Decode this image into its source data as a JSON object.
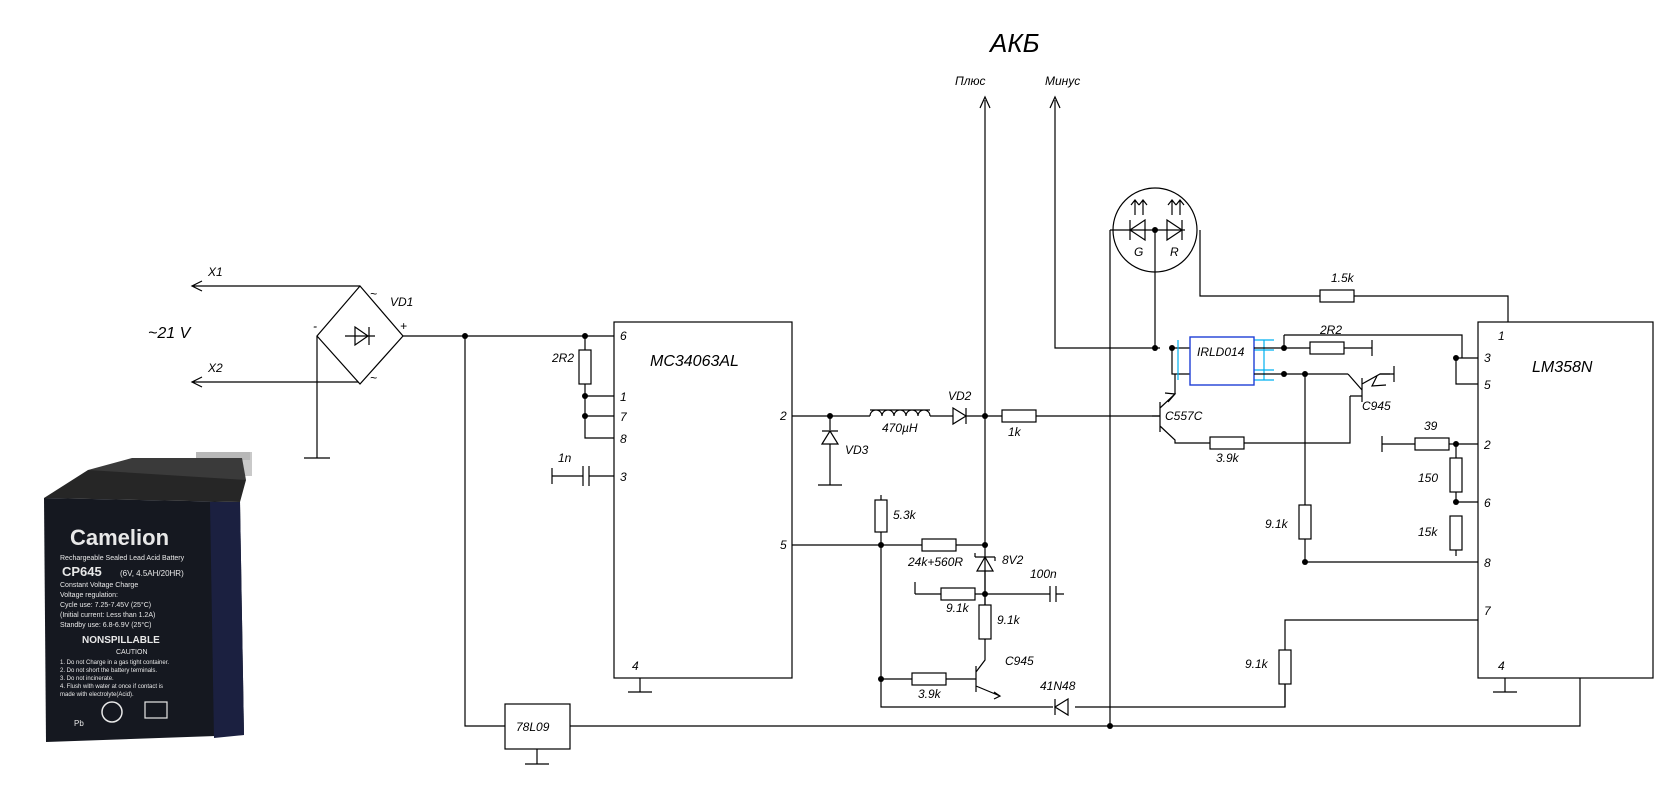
{
  "title": "АКБ",
  "terminals": {
    "plus": "Плюс",
    "minus": "Минус",
    "x1": "X1",
    "x2": "X2"
  },
  "input_voltage": "~21 V",
  "bridge": {
    "name": "VD1",
    "minus": "-",
    "plus": "+",
    "ac1": "~",
    "ac2": "~"
  },
  "ic_mc": {
    "name": "MC34063AL",
    "pins": [
      "6",
      "1",
      "7",
      "8",
      "3",
      "2",
      "5",
      "4"
    ]
  },
  "ic_lm": {
    "name": "LM358N",
    "pins": [
      "1",
      "3",
      "5",
      "2",
      "6",
      "8",
      "7",
      "4"
    ]
  },
  "regulator": "78L09",
  "mosfet": "IRLD014",
  "led": {
    "g": "G",
    "r": "R"
  },
  "components": {
    "r_2r2_left": "2R2",
    "c_1n": "1n",
    "inductor": "470µH",
    "vd2": "VD2",
    "vd3": "VD3",
    "r_1k": "1k",
    "r_5_3k": "5.3k",
    "r_24k": "24k+560R",
    "zener": "8V2",
    "c_100n": "100n",
    "r_9_1k_a": "9.1k",
    "r_9_1k_b": "9.1k",
    "q_c945_low": "C945",
    "r_3_9k_low": "3.9k",
    "diode_41n48": "41N48",
    "q_c557c": "C557C",
    "r_3_9k_mid": "3.9k",
    "r_2r2_right": "2R2",
    "q_c945_high": "C945",
    "r_1_5k": "1.5k",
    "r_39": "39",
    "r_150": "150",
    "r_15k": "15k",
    "r_9_1k_c": "9.1k",
    "r_9_1k_d": "9.1k"
  },
  "battery": {
    "brand": "Camelion",
    "model": "CP645",
    "type_line": "Rechargeable Sealed Lead Acid Battery",
    "rating": "(6V, 4.5AH/20HR)",
    "charge_title": "Constant Voltage Charge",
    "reg_label": "Voltage regulation:",
    "cycle_use": "Cycle use: 7.25-7.45V (25°C)",
    "initial_current": "(Initial current: Less than 1.2A)",
    "standby_use": "Standby use: 6.8-6.9V (25°C)",
    "nonspill": "NONSPILLABLE",
    "caution": "CAUTION",
    "caution_lines": [
      "1. Do not Charge in a gas tight container.",
      "2. Do not short the battery terminals.",
      "3. Do not incinerate.",
      "4. Flush with water at once if contact is",
      "made with electrolyte(Acid)."
    ],
    "pb": "Pb"
  }
}
